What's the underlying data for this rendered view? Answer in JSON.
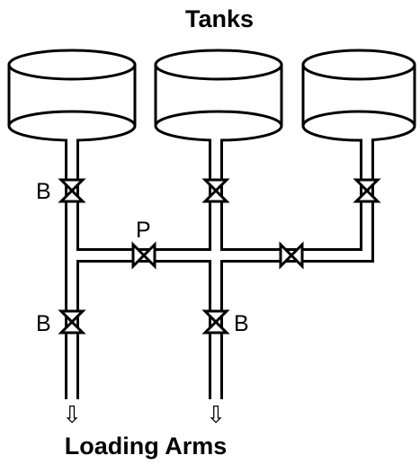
{
  "title": "Tanks",
  "footer": "Loading Arms",
  "valve_labels": {
    "left_upper": "B",
    "center_pump": "P",
    "left_lower": "B",
    "center_lower": "B"
  },
  "arrows": {
    "left": "⇩",
    "center": "⇩"
  },
  "colors": {
    "line": "#000000",
    "background": "#ffffff"
  }
}
